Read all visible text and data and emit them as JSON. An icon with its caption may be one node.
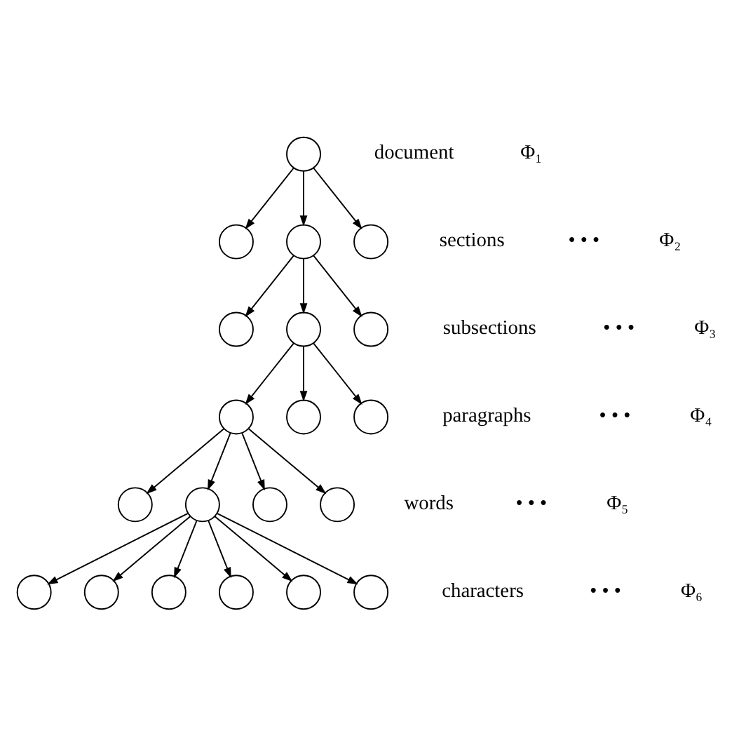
{
  "diagram": {
    "nodes": [
      {
        "text": [],
        "shape": "circle"
      },
      {
        "text": [],
        "shape": "circle"
      },
      {
        "text": [],
        "shape": "circle"
      },
      {
        "text": [],
        "shape": "circle"
      },
      {
        "text": [],
        "shape": "circle"
      },
      {
        "text": [],
        "shape": "circle"
      },
      {
        "text": [],
        "shape": "circle"
      },
      {
        "text": [],
        "shape": "circle"
      },
      {
        "text": [],
        "shape": "circle"
      },
      {
        "text": [],
        "shape": "circle"
      },
      {
        "text": [],
        "shape": "circle"
      },
      {
        "text": [],
        "shape": "circle"
      },
      {
        "text": [],
        "shape": "circle"
      },
      {
        "text": [],
        "shape": "circle"
      },
      {
        "text": [],
        "shape": "circle"
      },
      {
        "text": [],
        "shape": "circle"
      },
      {
        "text": [],
        "shape": "circle"
      },
      {
        "text": [],
        "shape": "circle"
      },
      {
        "text": [],
        "shape": "circle"
      },
      {
        "text": [],
        "shape": "circle"
      }
    ],
    "edges": [
      {
        "from": 0,
        "to": 1,
        "arrow": "to"
      },
      {
        "from": 0,
        "to": 2,
        "arrow": "to"
      },
      {
        "from": 0,
        "to": 3,
        "arrow": "to"
      },
      {
        "from": 2,
        "to": 4,
        "arrow": "to"
      },
      {
        "from": 2,
        "to": 5,
        "arrow": "to"
      },
      {
        "from": 2,
        "to": 6,
        "arrow": "to"
      },
      {
        "from": 5,
        "to": 7,
        "arrow": "to"
      },
      {
        "from": 5,
        "to": 8,
        "arrow": "to"
      },
      {
        "from": 5,
        "to": 9,
        "arrow": "to"
      },
      {
        "from": 7,
        "to": 10,
        "arrow": "to"
      },
      {
        "from": 7,
        "to": 11,
        "arrow": "to"
      },
      {
        "from": 7,
        "to": 12,
        "arrow": "to"
      },
      {
        "from": 7,
        "to": 13,
        "arrow": "to"
      },
      {
        "from": 11,
        "to": 14,
        "arrow": "to"
      },
      {
        "from": 11,
        "to": 15,
        "arrow": "to"
      },
      {
        "from": 11,
        "to": 16,
        "arrow": "to"
      },
      {
        "from": 11,
        "to": 17,
        "arrow": "to"
      },
      {
        "from": 11,
        "to": 18,
        "arrow": "to"
      },
      {
        "from": 11,
        "to": 19,
        "arrow": "to"
      }
    ],
    "labels": [
      "document",
      "Φ₁",
      "sections",
      "• • •",
      "Φ₂",
      "subsections",
      "• • •",
      "Φ₃",
      "paragraphs",
      "• • •",
      "Φ₄",
      "words",
      "• • •",
      "Φ₅",
      "characters",
      "• • •",
      "Φ₆"
    ]
  }
}
